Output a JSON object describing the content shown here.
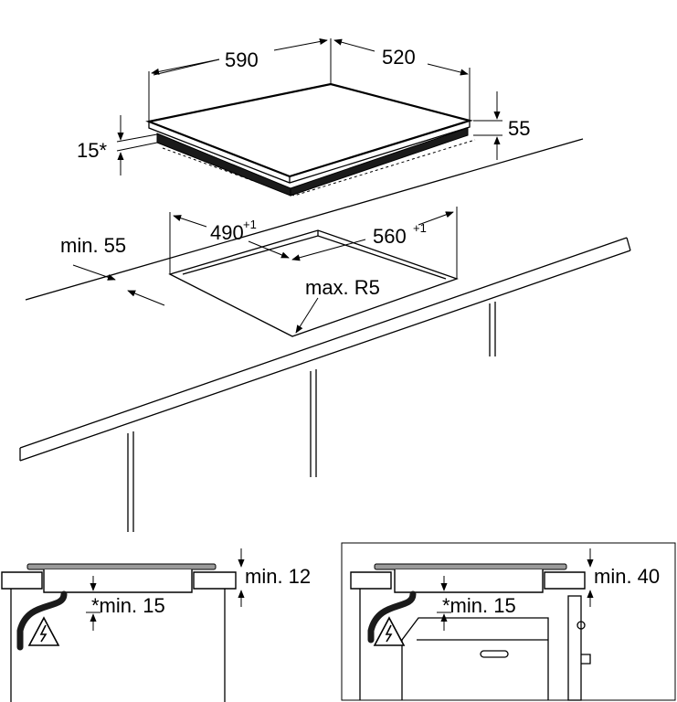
{
  "labels": {
    "width": "590",
    "depth": "520",
    "height": "55",
    "edge": "15*",
    "cutout_depth": "490",
    "cutout_depth_tol": "+1",
    "cutout_width": "560",
    "cutout_width_tol": "+1",
    "wall_gap": "min. 55",
    "radius": "max. R5",
    "left_gap_top": "min. 12",
    "left_gap_bottom": "*min. 15",
    "right_gap_top": "min. 40",
    "right_gap_bottom": "*min. 15"
  }
}
